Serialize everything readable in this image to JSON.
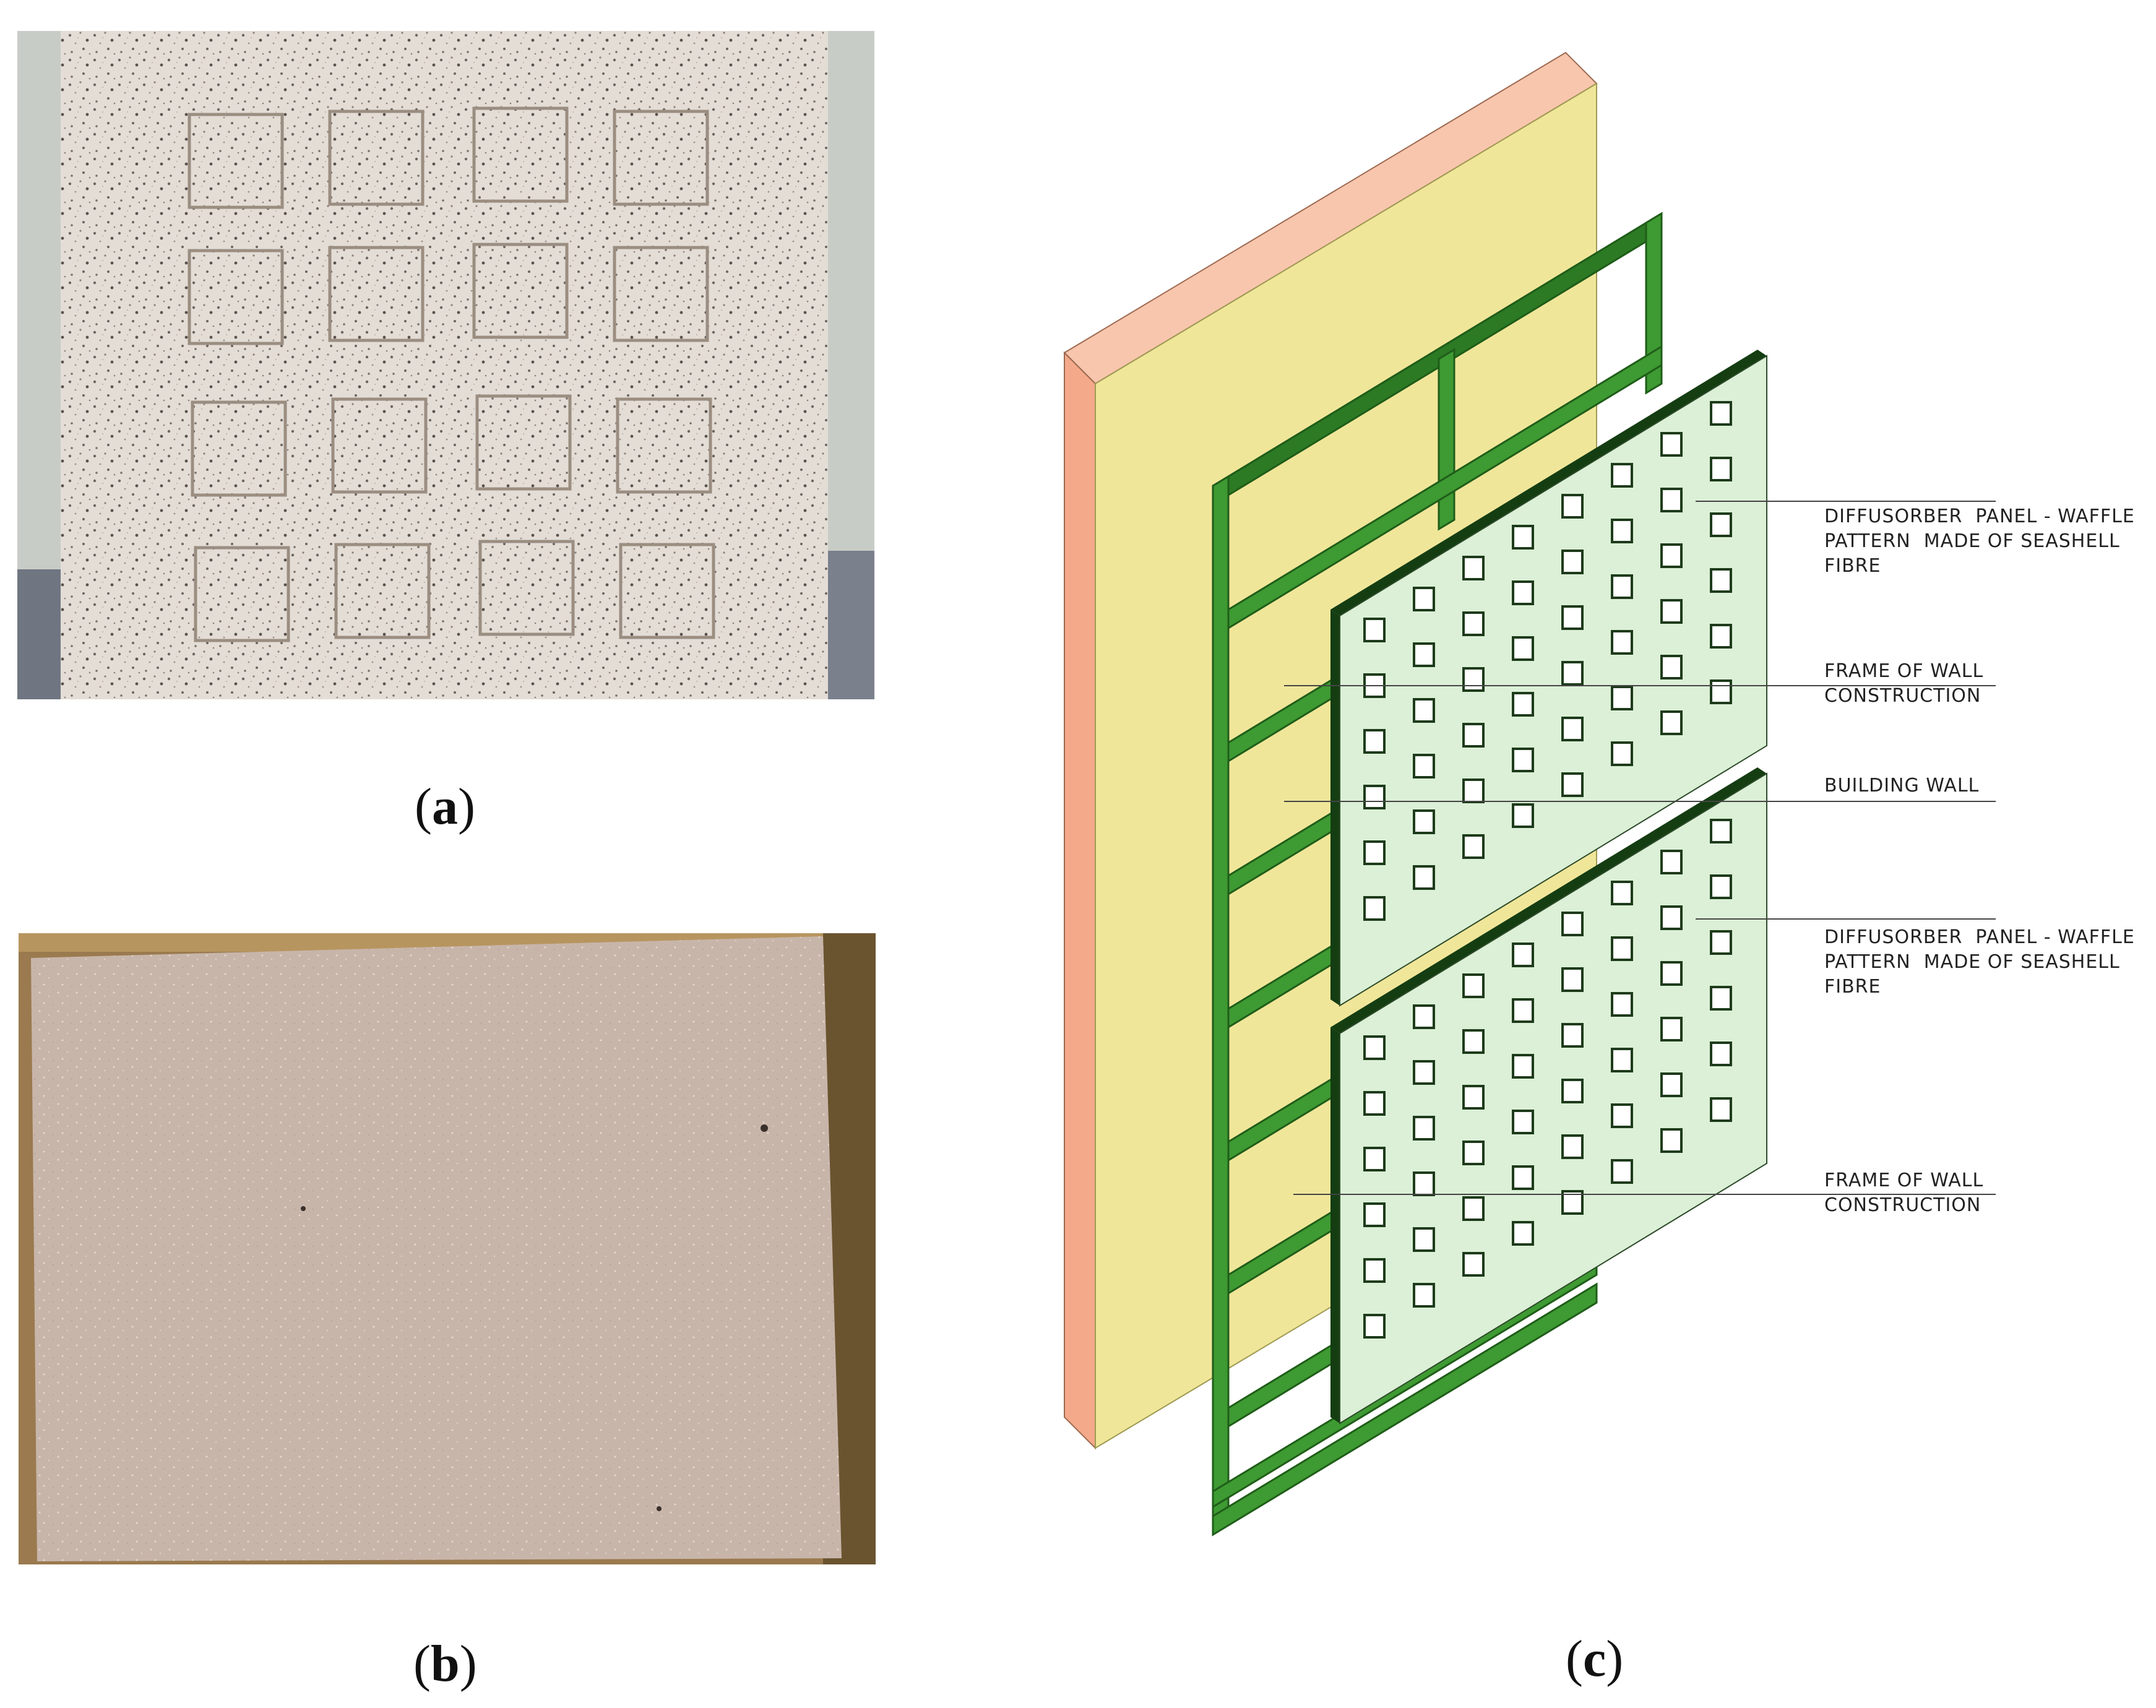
{
  "captions": {
    "a": {
      "open": "(",
      "letter": "a",
      "close": ")"
    },
    "b": {
      "open": "(",
      "letter": "b",
      "close": ")"
    },
    "c": {
      "open": "(",
      "letter": "c",
      "close": ")"
    }
  },
  "callouts": [
    {
      "lines": [
        "DIFFUSORBER  PANEL - WAFFLE",
        "PATTERN  MADE OF SEASHELL",
        "FIBRE"
      ]
    },
    {
      "lines": [
        "FRAME OF WALL",
        "CONSTRUCTION"
      ]
    },
    {
      "lines": [
        "BUILDING WALL"
      ]
    },
    {
      "lines": [
        "DIFFUSORBER  PANEL - WAFFLE",
        "PATTERN  MADE OF SEASHELL",
        "FIBRE"
      ]
    },
    {
      "lines": [
        "FRAME OF WALL",
        "CONSTRUCTION"
      ]
    }
  ],
  "colors": {
    "wall_front": "#f0e69a",
    "wall_side": "#f4a98a",
    "frame_green": "#3e9a32",
    "frame_dark": "#2c7a24",
    "panel_fill": "#dbf0d6",
    "panel_edge": "#143d12",
    "photo_a_bg": "#e2dcd5",
    "photo_b_bg": "#c9b6ab"
  }
}
